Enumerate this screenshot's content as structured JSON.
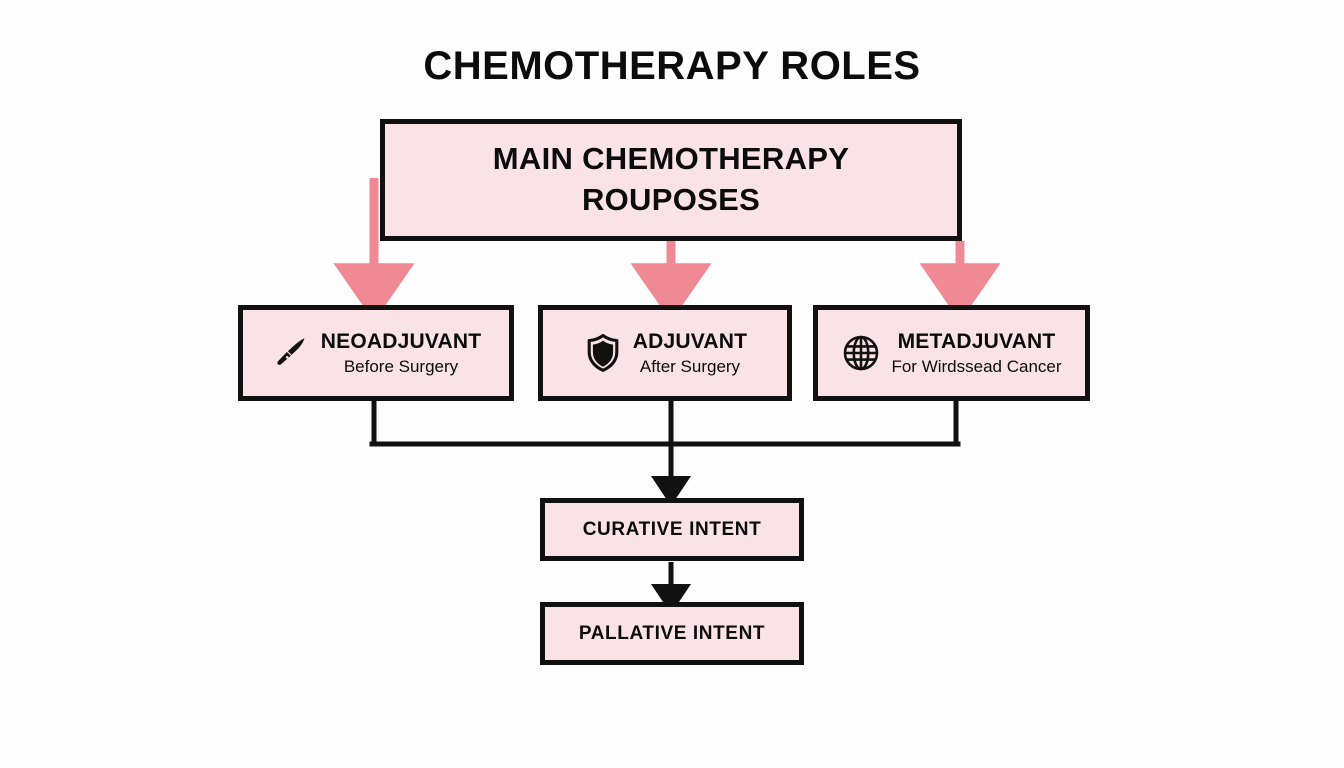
{
  "diagram": {
    "title": "CHEMOTHERAPY ROLES",
    "background_color": "#fdfdfd",
    "box_fill_color": "#fae3e6",
    "box_border_color": "#111111",
    "arrow_pink_color": "#ef8a95",
    "arrow_black_color": "#111111"
  },
  "main_node": {
    "line1": "MAIN CHEMOTHERAPY",
    "line2": "ROUPOSES"
  },
  "categories": [
    {
      "icon": "scalpel-icon",
      "title": "NEOADJUVANT",
      "subtitle": "Before Surgery"
    },
    {
      "icon": "shield-icon",
      "title": "ADJUVANT",
      "subtitle": "After Surgery"
    },
    {
      "icon": "globe-icon",
      "title": "METADJUVANT",
      "subtitle": "For Wirdssead Cancer"
    }
  ],
  "intents": [
    {
      "label": "CURATIVE INTENT"
    },
    {
      "label": "PALLATIVE INTENT"
    }
  ],
  "chart_data": {
    "type": "diagram",
    "title": "CHEMOTHERAPY ROLES",
    "nodes": [
      {
        "id": "main",
        "label": "MAIN CHEMOTHERAPY ROUPOSES",
        "level": 0
      },
      {
        "id": "neoadjuvant",
        "label": "NEOADJUVANT",
        "sublabel": "Before Surgery",
        "level": 1
      },
      {
        "id": "adjuvant",
        "label": "ADJUVANT",
        "sublabel": "After Surgery",
        "level": 1
      },
      {
        "id": "metadjuvant",
        "label": "METADJUVANT",
        "sublabel": "For Wirdssead Cancer",
        "level": 1
      },
      {
        "id": "curative",
        "label": "CURATIVE INTENT",
        "level": 2
      },
      {
        "id": "palliative",
        "label": "PALLATIVE INTENT",
        "level": 3
      }
    ],
    "edges": [
      {
        "from": "main",
        "to": "neoadjuvant",
        "style": "pink-arrow"
      },
      {
        "from": "main",
        "to": "adjuvant",
        "style": "pink-arrow"
      },
      {
        "from": "main",
        "to": "metadjuvant",
        "style": "pink-arrow"
      },
      {
        "from": "neoadjuvant",
        "to": "curative",
        "style": "black-bracket"
      },
      {
        "from": "adjuvant",
        "to": "curative",
        "style": "black-bracket"
      },
      {
        "from": "metadjuvant",
        "to": "curative",
        "style": "black-bracket"
      },
      {
        "from": "curative",
        "to": "palliative",
        "style": "black-arrow"
      }
    ]
  }
}
